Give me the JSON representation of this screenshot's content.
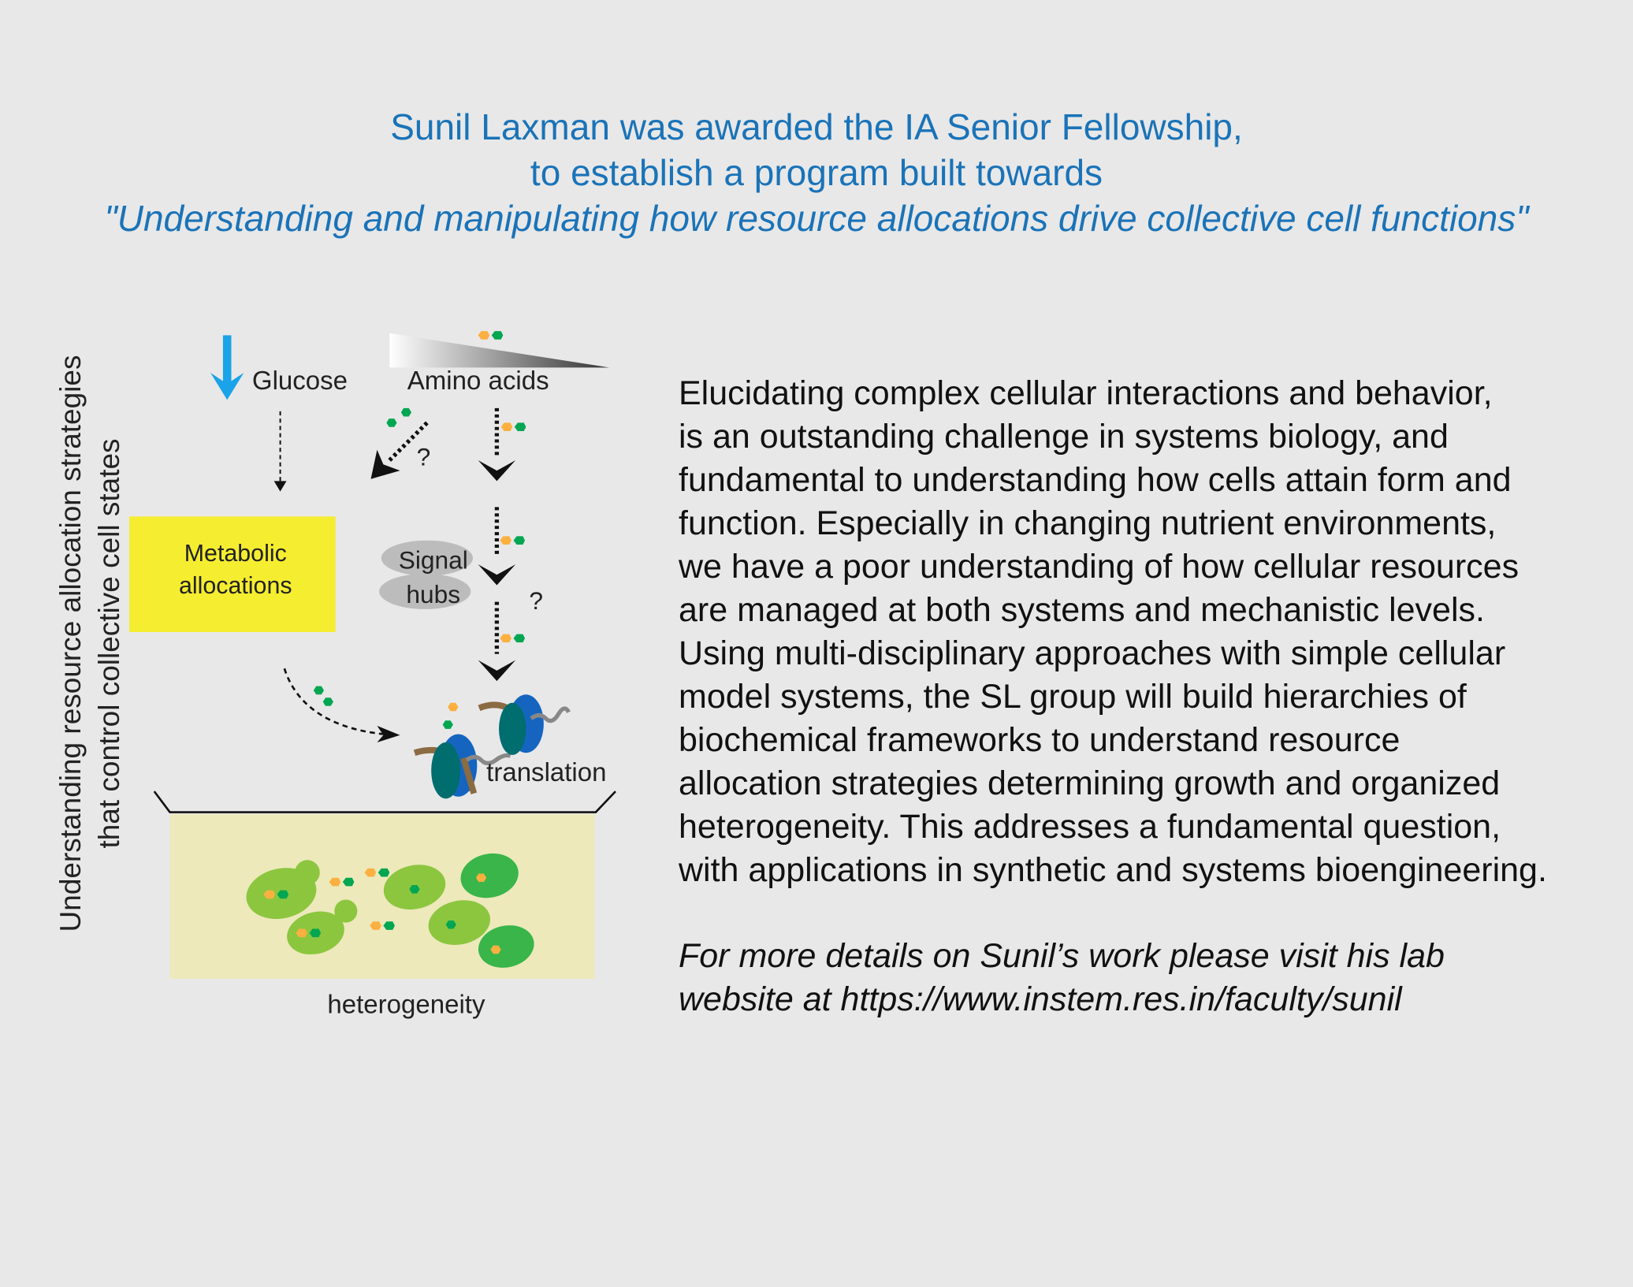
{
  "header": {
    "line1": "Sunil Laxman was awarded the IA Senior Fellowship,",
    "line2": "to establish a program built towards",
    "line3": "\"Understanding and manipulating how resource allocations drive collective cell functions\""
  },
  "figure": {
    "side_label_1": "Understanding resource allocation strategies",
    "side_label_2": "that control collective cell states",
    "glucose": "Glucose",
    "amino_acids": "Amino acids",
    "metabolic_1": "Metabolic",
    "metabolic_2": "allocations",
    "signal": "Signal",
    "hubs": "hubs",
    "question": "?",
    "translation": "translation",
    "heterogeneity": "heterogeneity",
    "colors": {
      "glucose_arrow": "#1aa3e8",
      "box": "#f5ed30",
      "culture": "#ede9bb",
      "cell_light": "#8cc63f",
      "cell_dark": "#39b54a",
      "amino_green": "#00a651",
      "amino_orange": "#fbb040"
    }
  },
  "body": {
    "lines": [
      "Elucidating complex cellular interactions and behavior,",
      "is an outstanding challenge in systems biology, and",
      "fundamental to understanding how cells attain form and",
      "function. Especially in changing nutrient environments,",
      "we have a poor understanding of how cellular resources",
      "are managed at both systems and mechanistic levels.",
      "Using multi-disciplinary approaches with simple cellular",
      "model systems, the SL group will build hierarchies of",
      "biochemical frameworks to understand resource",
      "allocation strategies determining growth and organized",
      "heterogeneity. This addresses a fundamental question,",
      "with applications in synthetic and systems bioengineering."
    ],
    "more_1": "For more details on Sunil’s work please visit his lab",
    "more_2": "website at https://www.instem.res.in/faculty/sunil"
  }
}
